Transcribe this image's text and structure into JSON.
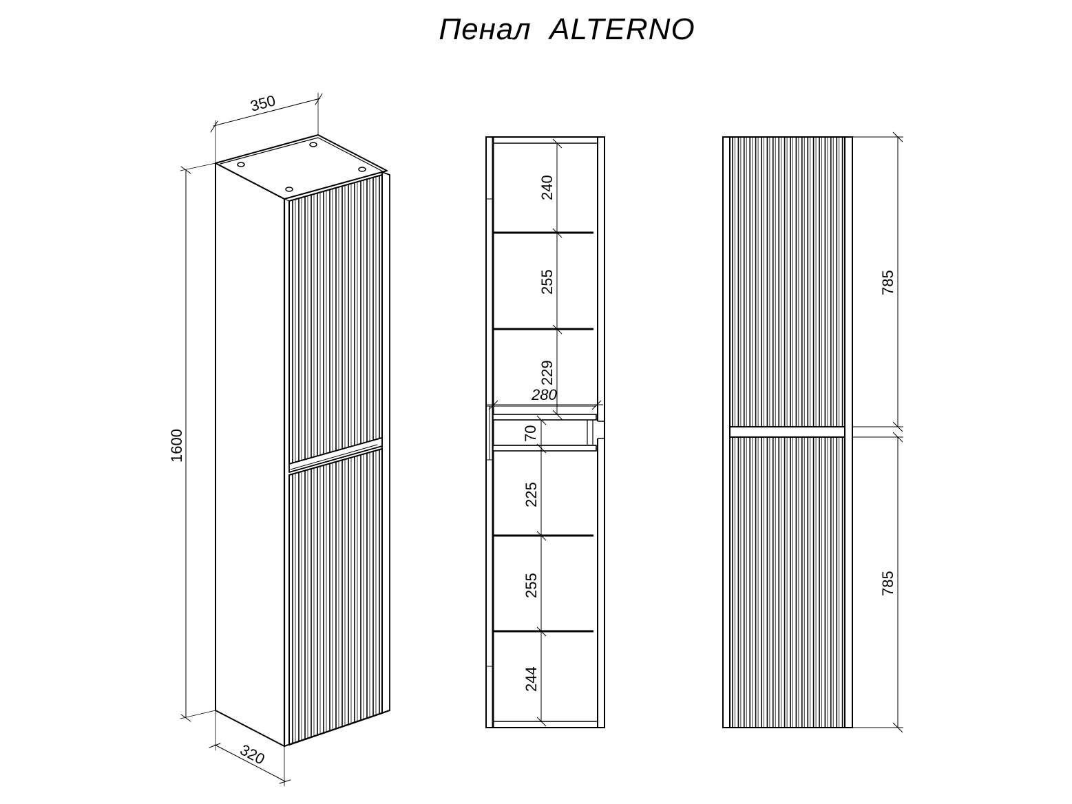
{
  "title": {
    "prefix": "Пенал",
    "model": "ALTERNO"
  },
  "views": {
    "isometric": {
      "width_label": "350",
      "height_label": "1600",
      "depth_label": "320"
    },
    "section": {
      "top_shelf_spacing": [
        "240",
        "255",
        "229"
      ],
      "inner_width_label": "280",
      "niche_height_label": "70",
      "bottom_shelf_spacing": [
        "225",
        "255",
        "244"
      ]
    },
    "front": {
      "upper_door_label": "785",
      "lower_door_label": "785"
    }
  },
  "colors": {
    "line": "#000000",
    "background": "#ffffff"
  }
}
